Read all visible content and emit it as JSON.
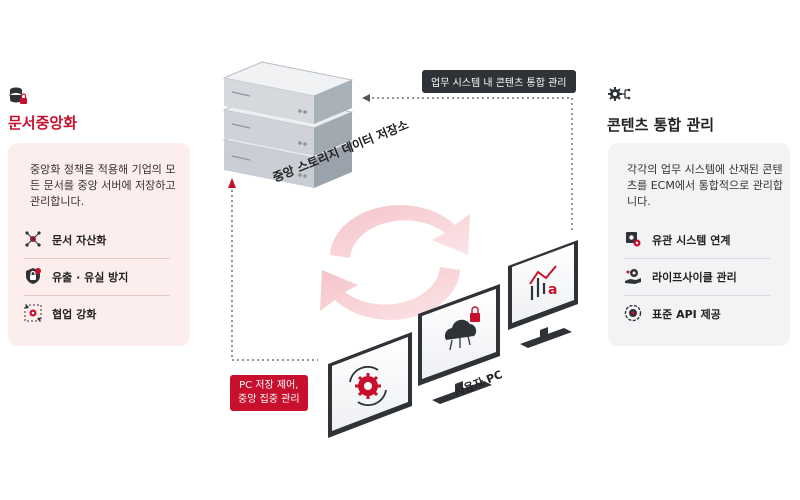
{
  "left": {
    "title": "문서중앙화",
    "description": "중앙화 정책을 적용해 기업의 모든 문서를 중앙 서버에 저장하고 관리합니다.",
    "features": [
      {
        "label": "문서 자산화",
        "icon": "network-icon"
      },
      {
        "label": "유출 · 유실 방지",
        "icon": "lock-shield-icon"
      },
      {
        "label": "협업 강화",
        "icon": "team-gear-icon"
      }
    ]
  },
  "right": {
    "title": "콘텐츠 통합 관리",
    "description": "각각의 업무 시스템에 산재된 콘텐츠를 ECM에서 통합적으로 관리합니다.",
    "features": [
      {
        "label": "유관 시스템 연계",
        "icon": "gear-link-icon"
      },
      {
        "label": "라이프사이클 관리",
        "icon": "hand-gear-icon"
      },
      {
        "label": "표준 API 제공",
        "icon": "api-gear-icon"
      }
    ]
  },
  "diagram": {
    "top_label": "업무 시스템 내 콘텐츠 통합 관리",
    "storage_label": "중앙 스토리지 데이터 저장소",
    "pc_label": "사용자 PC",
    "red_label_line1": "PC 저장 제어,",
    "red_label_line2": "중앙 집중 관리"
  },
  "colors": {
    "accent": "#c8102e",
    "dark": "#2f3237",
    "left_card": "#fdeeee",
    "right_card": "#f2f3f5"
  }
}
